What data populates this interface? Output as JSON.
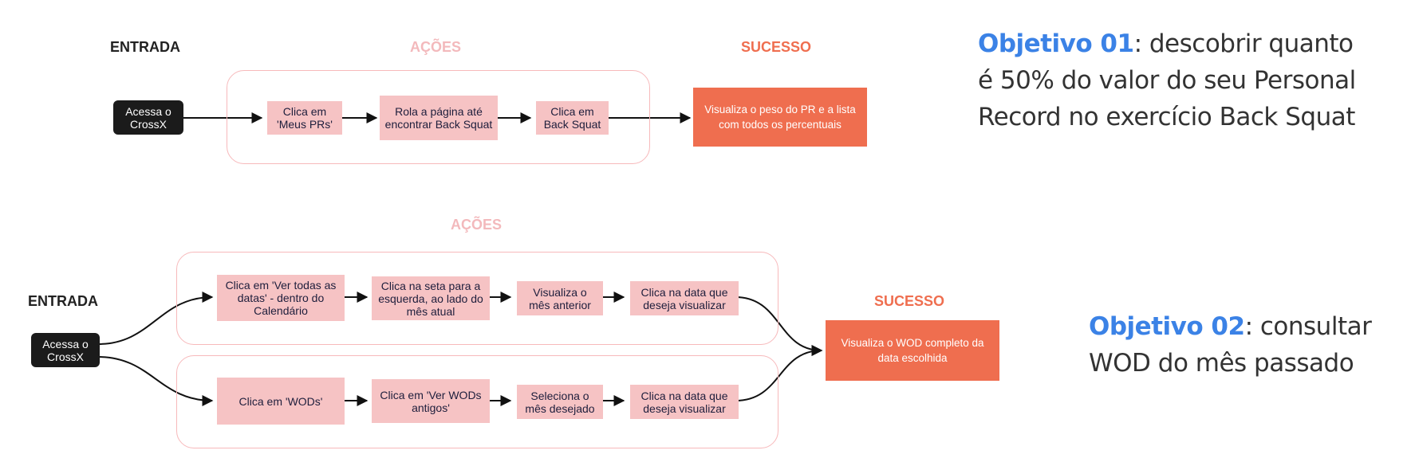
{
  "flow1": {
    "entrada_label": "ENTRADA",
    "acoes_label": "AÇÕES",
    "sucesso_label": "SUCESSO",
    "start": "Acessa o CrossX",
    "steps": [
      "Clica em 'Meus PRs'",
      "Rola a página até encontrar Back Squat",
      "Clica em Back Squat"
    ],
    "success": "Visualiza o peso do PR e a lista com todos os percentuais"
  },
  "flow2": {
    "entrada_label": "ENTRADA",
    "acoes_label": "AÇÕES",
    "sucesso_label": "SUCESSO",
    "start": "Acessa o CrossX",
    "path_a": [
      "Clica em 'Ver todas as datas' - dentro do Calendário",
      "Clica na seta para a esquerda, ao lado do mês atual",
      "Visualiza o mês anterior",
      "Clica na data que deseja visualizar"
    ],
    "path_b": [
      "Clica em 'WODs'",
      "Clica em 'Ver WODs antigos'",
      "Seleciona o mês desejado",
      "Clica na data que deseja visualizar"
    ],
    "success": "Visualiza o WOD completo da data escolhida"
  },
  "objective1": {
    "highlight": "Objetivo 01",
    "line1_rest": ": descobrir quanto",
    "line2": "é 50% do valor do seu Personal",
    "line3": "Record no exercício Back Squat"
  },
  "objective2": {
    "highlight": "Objetivo 02",
    "line1_rest": ": consultar",
    "line2": "WOD do mês passado"
  },
  "colors": {
    "action_fill": "#f6c3c4",
    "group_border": "#f7b9bb",
    "success_fill": "#ef6e4f",
    "start_fill": "#1b1b1b",
    "objective_highlight": "#3b82e6"
  }
}
